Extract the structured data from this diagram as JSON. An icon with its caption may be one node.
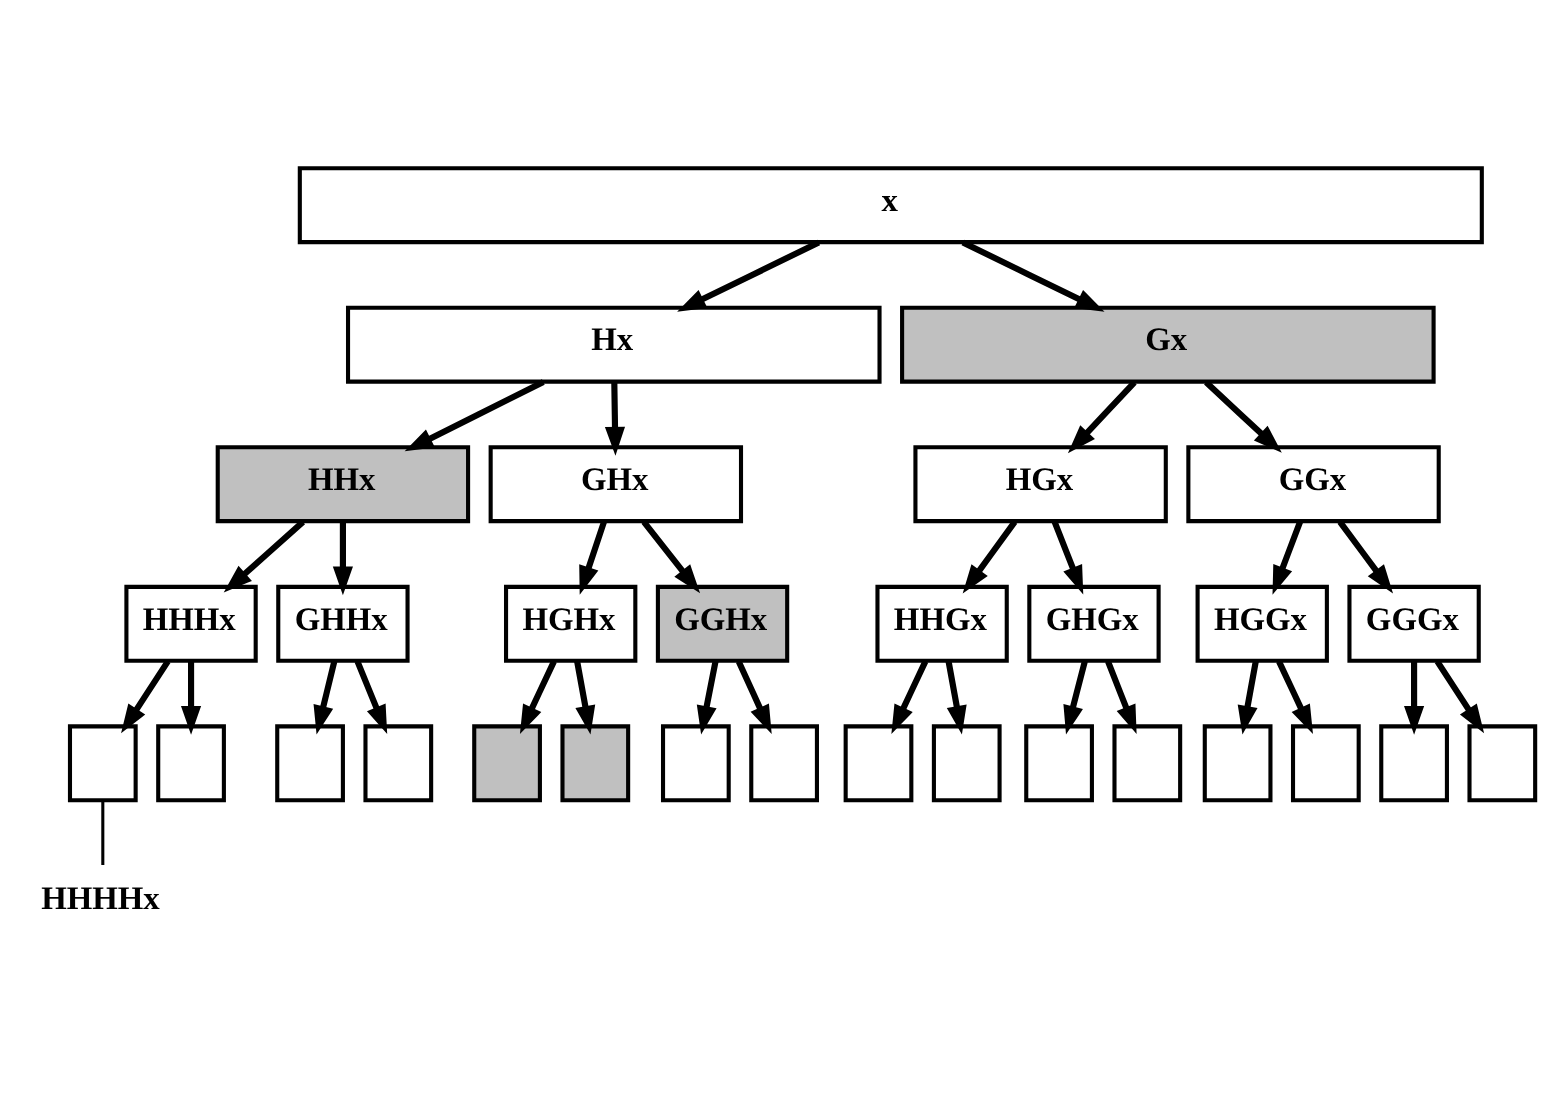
{
  "diagram": {
    "nodes": [
      {
        "text": [
          "x"
        ]
      },
      {
        "text": [
          "Hx"
        ]
      },
      {
        "text": [
          "Gx"
        ]
      },
      {
        "text": [
          "HHx"
        ]
      },
      {
        "text": [
          "GHx"
        ]
      },
      {
        "text": [
          "HGx"
        ]
      },
      {
        "text": [
          "GGx"
        ]
      },
      {
        "text": [
          "HHHx"
        ]
      },
      {
        "text": [
          "GHHx"
        ]
      },
      {
        "text": [
          "HGHx"
        ]
      },
      {
        "text": [
          "GGHx"
        ]
      },
      {
        "text": [
          "HHGx"
        ]
      },
      {
        "text": [
          "GHGx"
        ]
      },
      {
        "text": [
          "HGGx"
        ]
      },
      {
        "text": [
          "GGGx"
        ]
      },
      {
        "text": [],
        "shape": "box"
      },
      {
        "text": [],
        "shape": "box"
      },
      {
        "text": [],
        "shape": "box"
      },
      {
        "text": [],
        "shape": "box"
      },
      {
        "text": [],
        "shape": "box"
      },
      {
        "text": [],
        "shape": "box"
      },
      {
        "text": [],
        "shape": "box"
      },
      {
        "text": [],
        "shape": "box"
      },
      {
        "text": [],
        "shape": "box"
      },
      {
        "text": [],
        "shape": "box"
      },
      {
        "text": [],
        "shape": "box"
      },
      {
        "text": [],
        "shape": "box"
      },
      {
        "text": [],
        "shape": "box"
      },
      {
        "text": [],
        "shape": "box"
      },
      {
        "text": [],
        "shape": "box"
      },
      {
        "text": [],
        "shape": "box"
      },
      {
        "text": [
          "HHHHx"
        ]
      }
    ],
    "edges": [
      {
        "from": 0,
        "to": 1,
        "arrow": "to"
      },
      {
        "from": 0,
        "to": 2,
        "arrow": "to"
      },
      {
        "from": 1,
        "to": 3,
        "arrow": "to"
      },
      {
        "from": 1,
        "to": 4,
        "arrow": "to"
      },
      {
        "from": 2,
        "to": 5,
        "arrow": "to"
      },
      {
        "from": 2,
        "to": 6,
        "arrow": "to"
      },
      {
        "from": 3,
        "to": 7,
        "arrow": "to"
      },
      {
        "from": 3,
        "to": 8,
        "arrow": "to"
      },
      {
        "from": 4,
        "to": 9,
        "arrow": "to"
      },
      {
        "from": 4,
        "to": 10,
        "arrow": "to"
      },
      {
        "from": 5,
        "to": 11,
        "arrow": "to"
      },
      {
        "from": 5,
        "to": 12,
        "arrow": "to"
      },
      {
        "from": 6,
        "to": 13,
        "arrow": "to"
      },
      {
        "from": 6,
        "to": 14,
        "arrow": "to"
      },
      {
        "from": 7,
        "to": 15,
        "arrow": "to"
      },
      {
        "from": 7,
        "to": 16,
        "arrow": "to"
      },
      {
        "from": 8,
        "to": 17,
        "arrow": "to"
      },
      {
        "from": 8,
        "to": 18,
        "arrow": "to"
      },
      {
        "from": 9,
        "to": 19,
        "arrow": "to"
      },
      {
        "from": 9,
        "to": 20,
        "arrow": "to"
      },
      {
        "from": 10,
        "to": 21,
        "arrow": "to"
      },
      {
        "from": 10,
        "to": 22,
        "arrow": "to"
      },
      {
        "from": 11,
        "to": 23,
        "arrow": "to"
      },
      {
        "from": 11,
        "to": 24,
        "arrow": "to"
      },
      {
        "from": 12,
        "to": 25,
        "arrow": "to"
      },
      {
        "from": 12,
        "to": 26,
        "arrow": "to"
      },
      {
        "from": 13,
        "to": 27,
        "arrow": "to"
      },
      {
        "from": 13,
        "to": 28,
        "arrow": "to"
      },
      {
        "from": 14,
        "to": 29,
        "arrow": "to"
      },
      {
        "from": 14,
        "to": 30,
        "arrow": "to"
      },
      {
        "from": 15,
        "to": 31,
        "arrow": "none"
      }
    ]
  }
}
